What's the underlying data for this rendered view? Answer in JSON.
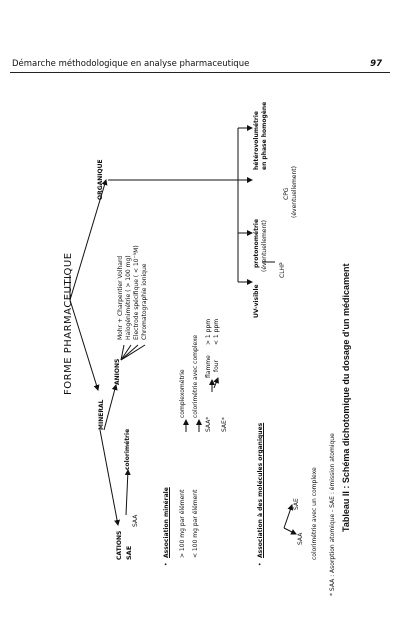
{
  "header": {
    "title": "Démarche méthodologique en analyse pharmaceutique",
    "page_number": "97"
  },
  "diagram": {
    "root": "FORME PHARMACEUTIQUE",
    "mineral": "MINERAL",
    "organique": "ORGANIQUE",
    "cations": "CATIONS",
    "anions": "ANIONS",
    "sae": "SAE",
    "saa": "SAA",
    "colorimetrie": "colorimétrie",
    "anion_methods": [
      "Mohr + Charpentier Volhard",
      "Halogénimétrie ( > 100 mg)",
      "Electrode spécifique ( < 10⁻⁵M)",
      "Chromatographie ionique"
    ],
    "organic_methods": {
      "uv": "UV-visible",
      "clhp": "CLHP",
      "protonometrie": "protonométrie",
      "protonometrie_note": "(éventuellement)",
      "cpg": "CPG",
      "cpg_note": "(éventuellement)",
      "hetero_1": "hétérovolumétrie",
      "hetero_2": "en phase homogène"
    },
    "assoc_minerale": {
      "title": "Association minérale",
      "line1_a": "> 100 mg par élément",
      "line1_b": "complexométrie",
      "line2_a": "< 100 mg par élément",
      "line2_b": "colorimétrie avec complexe",
      "saa_star": "SAA*",
      "flamme": "flamme",
      "four": "four",
      "sup_1ppm": "> 1 ppm",
      "inf_1ppm": "< 1 ppm",
      "sae_star": "SAE*"
    },
    "assoc_organique": {
      "title": "Association à des molécules organiques",
      "saa": "SAA",
      "sae": "SAE",
      "colorimetrie": "colorimétrie avec un complexe"
    },
    "footnote": "* SAA : Asorption atomique - SAE : émission atomique",
    "caption": "Tableau II : Schéma dichotomique du dosage d'un médicament"
  }
}
